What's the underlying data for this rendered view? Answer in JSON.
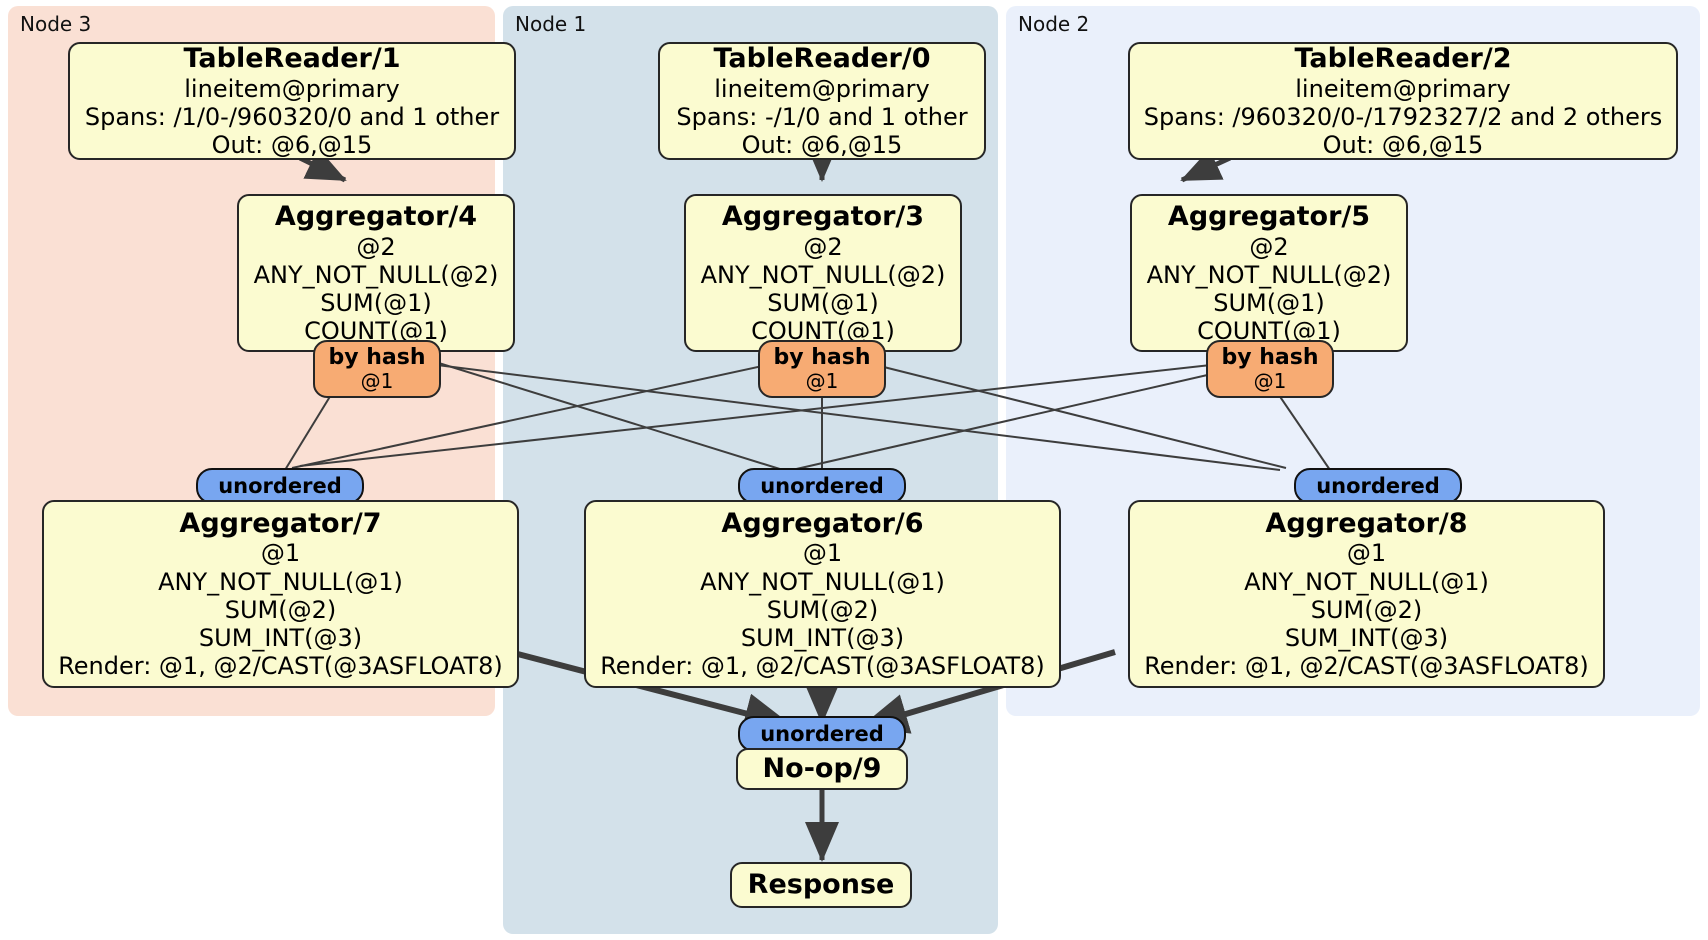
{
  "diagram": {
    "type": "distributed-query-plan",
    "title": "",
    "colors": {
      "node3_panel": "#fae0d4",
      "node1_panel": "#d3e1ea",
      "node2_panel": "#eaf0fb",
      "processor_box": "#fbfbd0",
      "hash_pill": "#f7ab73",
      "unordered_pill": "#78a6f0",
      "edge": "#3d3d3d",
      "border": "#262626"
    }
  },
  "panels": [
    {
      "id": "node3",
      "label": "Node 3"
    },
    {
      "id": "node1",
      "label": "Node 1"
    },
    {
      "id": "node2",
      "label": "Node 2"
    }
  ],
  "processors": {
    "tablereader1": {
      "title": "TableReader/1",
      "lines": [
        "lineitem@primary",
        "Spans: /1/0-/960320/0 and 1 other",
        "Out: @6,@15"
      ]
    },
    "tablereader0": {
      "title": "TableReader/0",
      "lines": [
        "lineitem@primary",
        "Spans: -/1/0 and 1 other",
        "Out: @6,@15"
      ]
    },
    "tablereader2": {
      "title": "TableReader/2",
      "lines": [
        "lineitem@primary",
        "Spans: /960320/0-/1792327/2 and 2 others",
        "Out: @6,@15"
      ]
    },
    "aggregator4": {
      "title": "Aggregator/4",
      "lines": [
        "@2",
        "ANY_NOT_NULL(@2)",
        "SUM(@1)",
        "COUNT(@1)"
      ]
    },
    "aggregator3": {
      "title": "Aggregator/3",
      "lines": [
        "@2",
        "ANY_NOT_NULL(@2)",
        "SUM(@1)",
        "COUNT(@1)"
      ]
    },
    "aggregator5": {
      "title": "Aggregator/5",
      "lines": [
        "@2",
        "ANY_NOT_NULL(@2)",
        "SUM(@1)",
        "COUNT(@1)"
      ]
    },
    "aggregator7": {
      "title": "Aggregator/7",
      "lines": [
        "@1",
        "ANY_NOT_NULL(@1)",
        "SUM(@2)",
        "SUM_INT(@3)",
        "Render: @1, @2/CAST(@3ASFLOAT8)"
      ]
    },
    "aggregator6": {
      "title": "Aggregator/6",
      "lines": [
        "@1",
        "ANY_NOT_NULL(@1)",
        "SUM(@2)",
        "SUM_INT(@3)",
        "Render: @1, @2/CAST(@3ASFLOAT8)"
      ]
    },
    "aggregator8": {
      "title": "Aggregator/8",
      "lines": [
        "@1",
        "ANY_NOT_NULL(@1)",
        "SUM(@2)",
        "SUM_INT(@3)",
        "Render: @1, @2/CAST(@3ASFLOAT8)"
      ]
    },
    "noop9": {
      "title": "No-op/9",
      "lines": []
    },
    "response": {
      "title": "Response",
      "lines": []
    }
  },
  "routers": {
    "hash_left": {
      "type": "by hash",
      "column": "@1"
    },
    "hash_mid": {
      "type": "by hash",
      "column": "@1"
    },
    "hash_right": {
      "type": "by hash",
      "column": "@1"
    },
    "unordered_left": {
      "type": "unordered"
    },
    "unordered_mid": {
      "type": "unordered"
    },
    "unordered_right": {
      "type": "unordered"
    },
    "unordered_final": {
      "type": "unordered"
    }
  }
}
